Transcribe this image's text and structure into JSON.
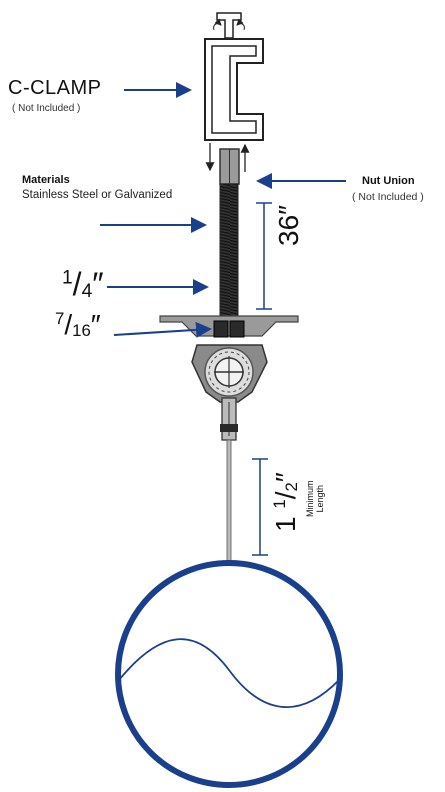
{
  "labels": {
    "c_clamp": "C-CLAMP",
    "c_clamp_note": "( Not Included )",
    "materials_title": "Materials",
    "materials_value": "Stainless Steel or Galvanized",
    "nut_union": "Nut Union",
    "nut_union_note": "( Not Included )",
    "rod_diameter_num": "1",
    "rod_diameter_den": "4",
    "nut_size_num": "7",
    "nut_size_den": "16",
    "inch_mark": "″",
    "rod_length": "36″",
    "min_length_whole": "1",
    "min_length_num": "1",
    "min_length_den": "2",
    "min_length_line1": "Minimum",
    "min_length_line2": "Length"
  },
  "colors": {
    "arrow": "#1a3f8c",
    "pipe": "#1a3f8c",
    "hardware": "#777777",
    "rod": "#2b2b2b"
  }
}
